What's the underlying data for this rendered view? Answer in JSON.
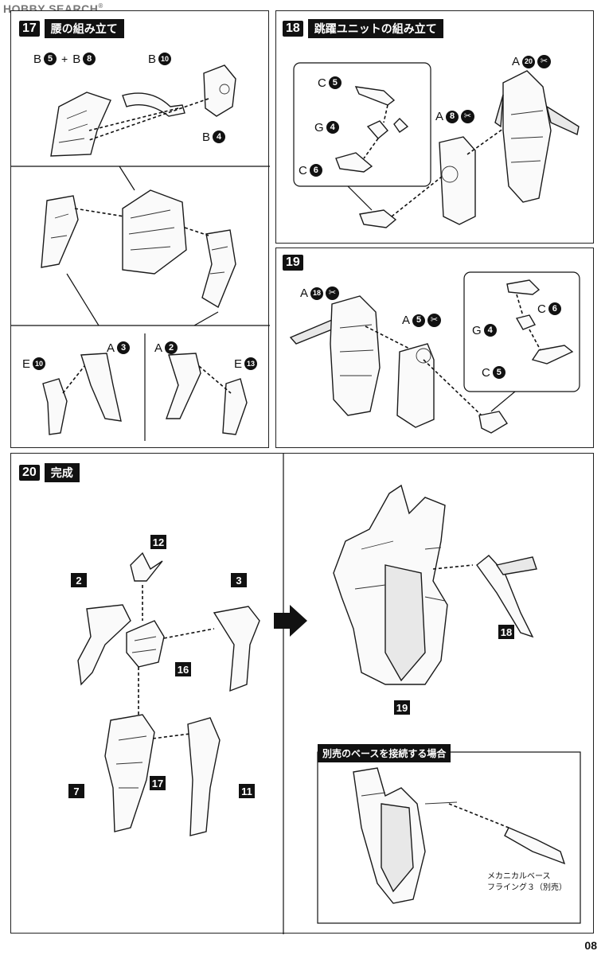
{
  "watermark": {
    "text": "HOBBY SEARCH",
    "reg": "®"
  },
  "page_number": "08",
  "step17": {
    "num": "17",
    "title": "腰の組み立て",
    "labels": {
      "b5b8_a": "B",
      "b5": "5",
      "plus": "+",
      "b8_b": "B",
      "b8": "8",
      "b10_l": "B",
      "b10": "10",
      "b4_l": "B",
      "b4": "4",
      "e10_l": "E",
      "e10": "10",
      "a3_l": "A",
      "a3": "3",
      "a2_l": "A",
      "a2": "2",
      "e13_l": "E",
      "e13": "13"
    }
  },
  "step18": {
    "num": "18",
    "title": "跳躍ユニットの組み立て",
    "labels": {
      "c5_l": "C",
      "c5": "5",
      "g4_l": "G",
      "g4": "4",
      "c6_l": "C",
      "c6": "6",
      "a8_l": "A",
      "a8": "8",
      "a20_l": "A",
      "a20": "20"
    }
  },
  "step19": {
    "num": "19",
    "labels": {
      "a18_l": "A",
      "a18": "18",
      "a5_l": "A",
      "a5": "5",
      "c6_l": "C",
      "c6": "6",
      "g4_l": "G",
      "g4": "4",
      "c5_l": "C",
      "c5": "5"
    }
  },
  "step20": {
    "num": "20",
    "title": "完成",
    "parts": [
      "12",
      "2",
      "3",
      "16",
      "7",
      "17",
      "11",
      "18",
      "19"
    ],
    "base_box": {
      "title": "別売のベースを接続する場合",
      "note_line1": "メカニカルベース",
      "note_line2": "フライング３（別売）"
    }
  },
  "icons": {
    "cut": "nipper-icon",
    "arrow": "next-arrow-icon"
  }
}
